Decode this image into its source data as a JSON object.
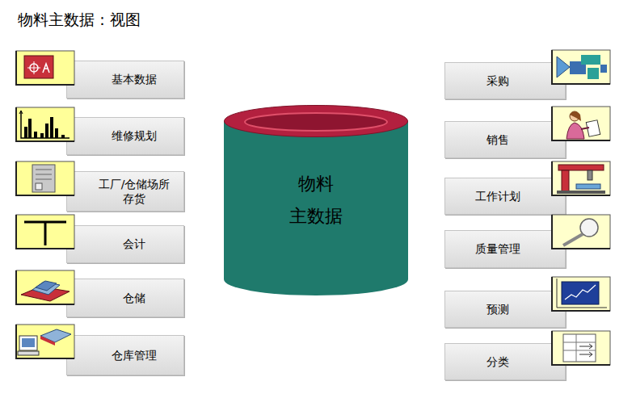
{
  "diagram": {
    "title": "物料主数据：视图",
    "nodes": [
      {
        "text": [
          "基本数据"
        ]
      },
      {
        "text": [
          "维修规划"
        ]
      },
      {
        "text": [
          "工厂/仓储场所 存货"
        ]
      },
      {
        "text": [
          "会计"
        ]
      },
      {
        "text": [
          "仓储"
        ]
      },
      {
        "text": [
          "仓库管理"
        ]
      },
      {
        "text": [
          "物料 主数据"
        ]
      },
      {
        "text": [
          "采购"
        ]
      },
      {
        "text": [
          "销售"
        ]
      },
      {
        "text": [
          "工作计划"
        ]
      },
      {
        "text": [
          "质量管理"
        ]
      },
      {
        "text": [
          "预测"
        ]
      },
      {
        "text": [
          "分类"
        ]
      }
    ]
  }
}
